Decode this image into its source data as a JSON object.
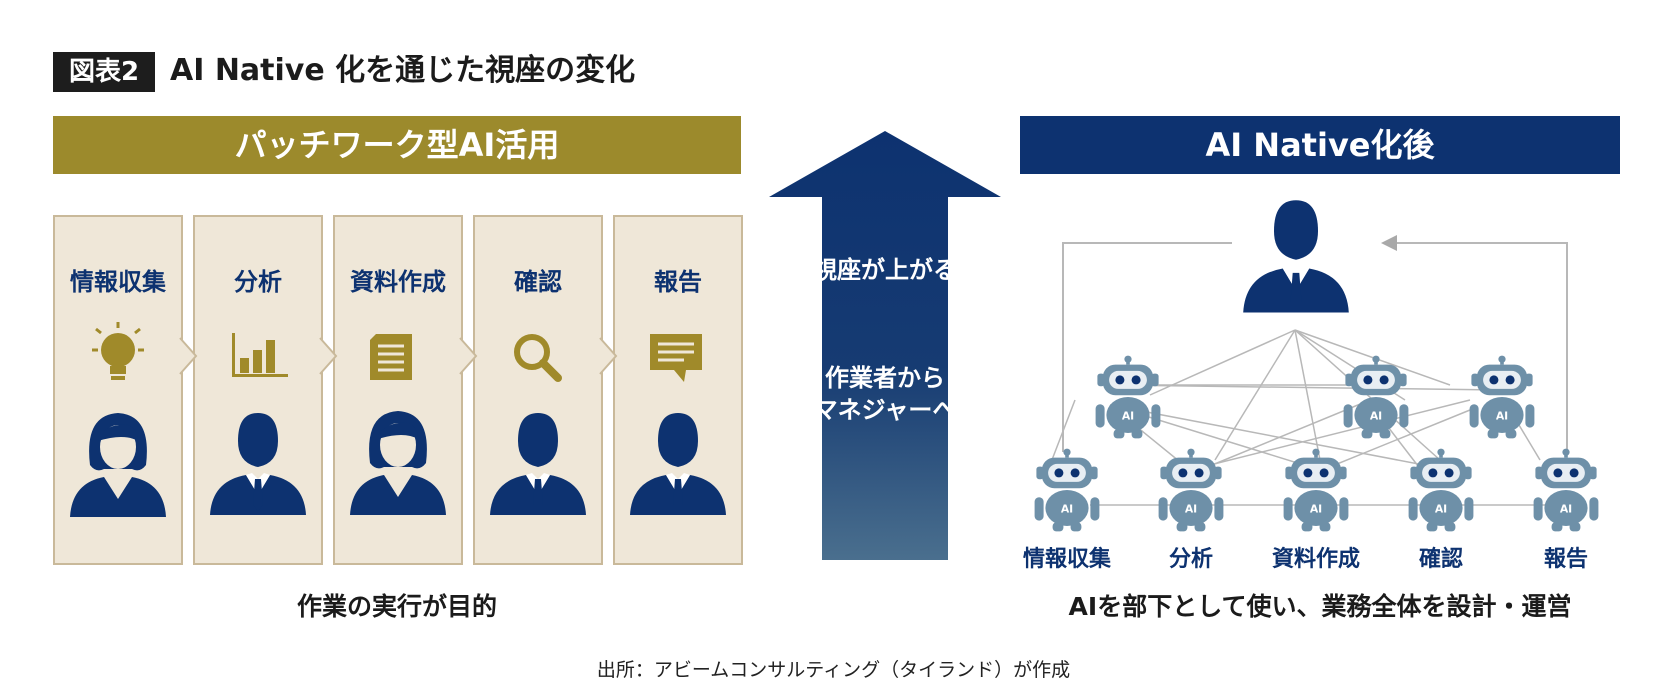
{
  "title": {
    "tag": "図表2",
    "text": "AI Native 化を通じた視座の変化"
  },
  "left_panel": {
    "header": "パッチワーク型AI活用",
    "steps": [
      {
        "label": "情報収集",
        "icon": "lightbulb-icon"
      },
      {
        "label": "分析",
        "icon": "bar-chart-icon"
      },
      {
        "label": "資料作成",
        "icon": "document-icon"
      },
      {
        "label": "確認",
        "icon": "magnifier-icon"
      },
      {
        "label": "報告",
        "icon": "speech-bubble-icon"
      }
    ],
    "caption": "作業の実行が目的"
  },
  "center_arrow": {
    "text_top": "視座が上がる",
    "text_middle_line1": "作業者から",
    "text_middle_line2": "マネジャーへ"
  },
  "right_panel": {
    "header": "AI Native化後",
    "robot_badge": "AI",
    "task_labels": [
      "情報収集",
      "分析",
      "資料作成",
      "確認",
      "報告"
    ],
    "caption": "AIを部下として使い、業務全体を設計・運営"
  },
  "source": "出所：アビームコンサルティング（タイランド）が作成",
  "colors": {
    "gold": "#9c8a2c",
    "navy": "#0d3270",
    "beige": "#efe7d8",
    "robot": "#6e90a8"
  }
}
